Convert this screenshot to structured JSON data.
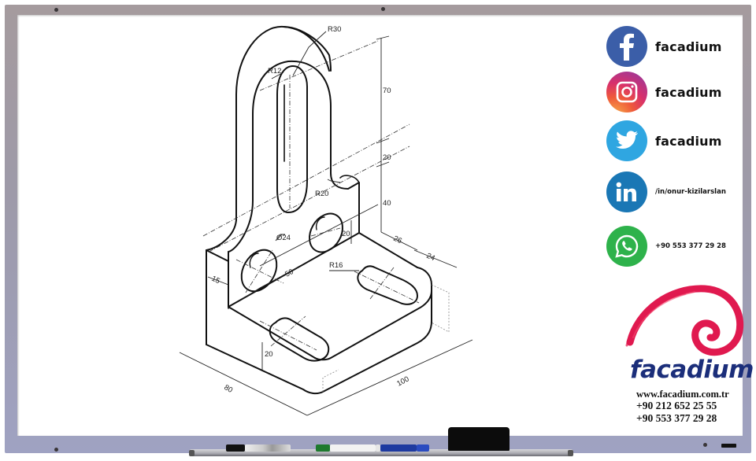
{
  "drawing": {
    "title": "Isometric bracket technical drawing",
    "dimensions": {
      "R30": "R30",
      "R12": "R12",
      "R20": "R20",
      "R16": "R16",
      "d24": "Ø24",
      "h70": "70",
      "h20_top": "20",
      "h40": "40",
      "h20_hole": "20",
      "w50": "50",
      "t15": "15",
      "d26": "26",
      "d24b": "24",
      "base20": "20",
      "w80": "80",
      "l100": "100"
    }
  },
  "social": {
    "items": [
      {
        "icon": "facebook-icon",
        "label": "facadium",
        "color": "#3b5ea8"
      },
      {
        "icon": "instagram-icon",
        "label": "facadium",
        "color": "#d8306b"
      },
      {
        "icon": "twitter-icon",
        "label": "facadium",
        "color": "#2fa6e1"
      },
      {
        "icon": "linkedin-icon",
        "label": "/in/onur-kizilarslan",
        "color": "#1a77b5"
      },
      {
        "icon": "whatsapp-icon",
        "label": "+90 553 377 29 28",
        "color": "#2eb24b"
      }
    ]
  },
  "brand": {
    "name": "facadium",
    "website": "www.facadium.com.tr",
    "phone1": "+90 212 652 25 55",
    "phone2": "+90 553 377 29 28",
    "swirl_color": "#e0194f",
    "name_color": "#1b2e7a"
  },
  "whiteboard": {
    "frame_color": "#a3a0ab",
    "tray_items": [
      "black-marker",
      "green-marker",
      "blue-marker",
      "eraser"
    ]
  }
}
